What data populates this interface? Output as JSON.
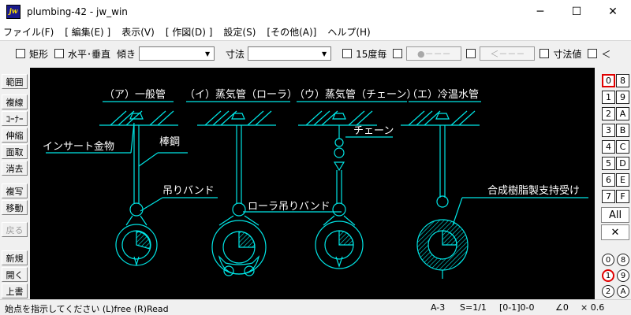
{
  "window": {
    "title": "plumbing-42 - jw_win",
    "app_icon": "jw",
    "minimize": "─",
    "maximize": "☐",
    "close": "✕"
  },
  "menu": [
    "ファイル(F)",
    "[ 編集(E) ]",
    "表示(V)",
    "[ 作図(D) ]",
    "設定(S)",
    "[その他(A)]",
    "ヘルプ(H)"
  ],
  "toolbar": {
    "rect": "矩形",
    "hv": "水平･垂直",
    "tilt": "傾き",
    "dim": "寸法",
    "deg15": "15度毎",
    "dot_line": "●－－－",
    "arrow_line": "＜－－－",
    "dim_value": "寸法値",
    "lt": "＜",
    "combo_arrow": "▼"
  },
  "left_buttons": [
    "範囲",
    "複線",
    "ｺｰﾅｰ",
    "伸縮",
    "面取",
    "消去",
    "複写",
    "移動",
    "戻る",
    "新規",
    "開く",
    "上書"
  ],
  "right_panel": {
    "layers_left": [
      "0",
      "1",
      "2",
      "3",
      "4",
      "5",
      "6",
      "7"
    ],
    "layers_right": [
      "8",
      "9",
      "A",
      "B",
      "C",
      "D",
      "E",
      "F"
    ],
    "all": "All",
    "cross": "✕",
    "groups_left": [
      "0",
      "1",
      "2"
    ],
    "groups_right": [
      "8",
      "9",
      "A"
    ]
  },
  "drawing": {
    "labels": {
      "a": "（ア）一般管",
      "i": "（イ）蒸気管（ローラ）",
      "u": "（ウ）蒸気管（チェーン）",
      "e": "（エ）冷温水管"
    },
    "annotations": {
      "insert": "インサート金物",
      "rod": "棒鋼",
      "band": "吊りバンド",
      "roller_band": "ローラ吊りバンド",
      "chain": "チェーン",
      "resin": "合成樹脂製支持受け"
    }
  },
  "status": {
    "message": "始点を指示してください (L)free (R)Read",
    "paper": "A-3",
    "scale": "S=1/1",
    "layer": "[0-1]0-0",
    "angle": "∠0",
    "zoom": "× 0.6"
  },
  "colors": {
    "canvas_bg": "#000000",
    "line": "#00e5e5",
    "label": "#ffffff",
    "active_border": "#e00000"
  }
}
